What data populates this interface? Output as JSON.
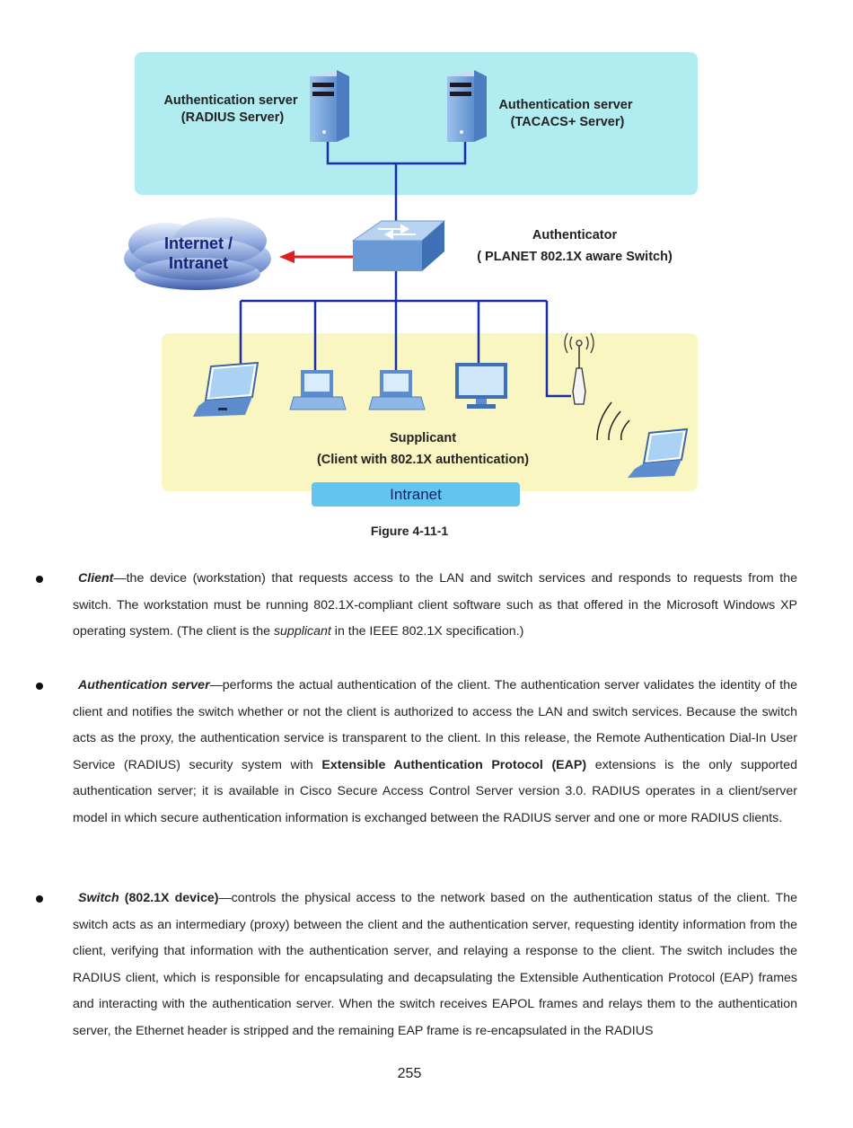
{
  "figure": {
    "auth_server_left_line1": "Authentication server",
    "auth_server_left_line2": "(RADIUS Server)",
    "auth_server_right_line1": "Authentication server",
    "auth_server_right_line2": "(TACACS+ Server)",
    "cloud_line1": "Internet /",
    "cloud_line2": "Intranet",
    "authenticator_line1": "Authenticator",
    "authenticator_line2": "( PLANET 802.1X aware Switch)",
    "supplicant_line1": "Supplicant",
    "supplicant_line2": "(Client with 802.1X authentication)",
    "intranet_label": "Intranet",
    "caption": "Figure 4-11-1"
  },
  "bullets": [
    {
      "term": "Client",
      "segments": [
        {
          "text": "—the device (workstation) that requests access to the LAN and switch services and responds to requests from the switch. The workstation must be running 802.1X-compliant client software such as that offered in the Microsoft Windows XP operating system. (The client is the "
        },
        {
          "text": "supplicant",
          "style": "i"
        },
        {
          "text": " in the IEEE 802.1X specification.)"
        }
      ]
    },
    {
      "term": "Authentication server",
      "segments": [
        {
          "text": "—performs the actual authentication of the client. The authentication server validates the identity of the client and notifies the switch whether or not the client is authorized to access the LAN and switch services. Because the switch acts as the proxy, the authentication service is transparent to the client. In this release, the Remote Authentication Dial-In User Service (RADIUS) security system with "
        },
        {
          "text": "Extensible Authentication Protocol (EAP)",
          "style": "b"
        },
        {
          "text": " extensions is the only supported authentication server; it is available in Cisco Secure Access Control Server version 3.0. RADIUS operates in a client/server model in which secure authentication information is exchanged between the RADIUS server and one or more RADIUS clients."
        }
      ]
    },
    {
      "term": "Switch",
      "segments": [
        {
          "text": " (802.1X device)",
          "style": "b"
        },
        {
          "text": "—controls the physical access to the network based on the authentication status of the client. The switch acts as an intermediary (proxy) between the client and the authentication server, requesting identity information from the client, verifying that information with the authentication server, and relaying a response to the client. The switch includes the RADIUS client, which is responsible for encapsulating and decapsulating the Extensible Authentication Protocol (EAP) frames and interacting with the authentication server. When the switch receives EAPOL frames and relays them to the authentication server, the Ethernet header is stripped and the remaining EAP frame is re-encapsulated in the RADIUS"
        }
      ]
    }
  ],
  "page_number": "255"
}
